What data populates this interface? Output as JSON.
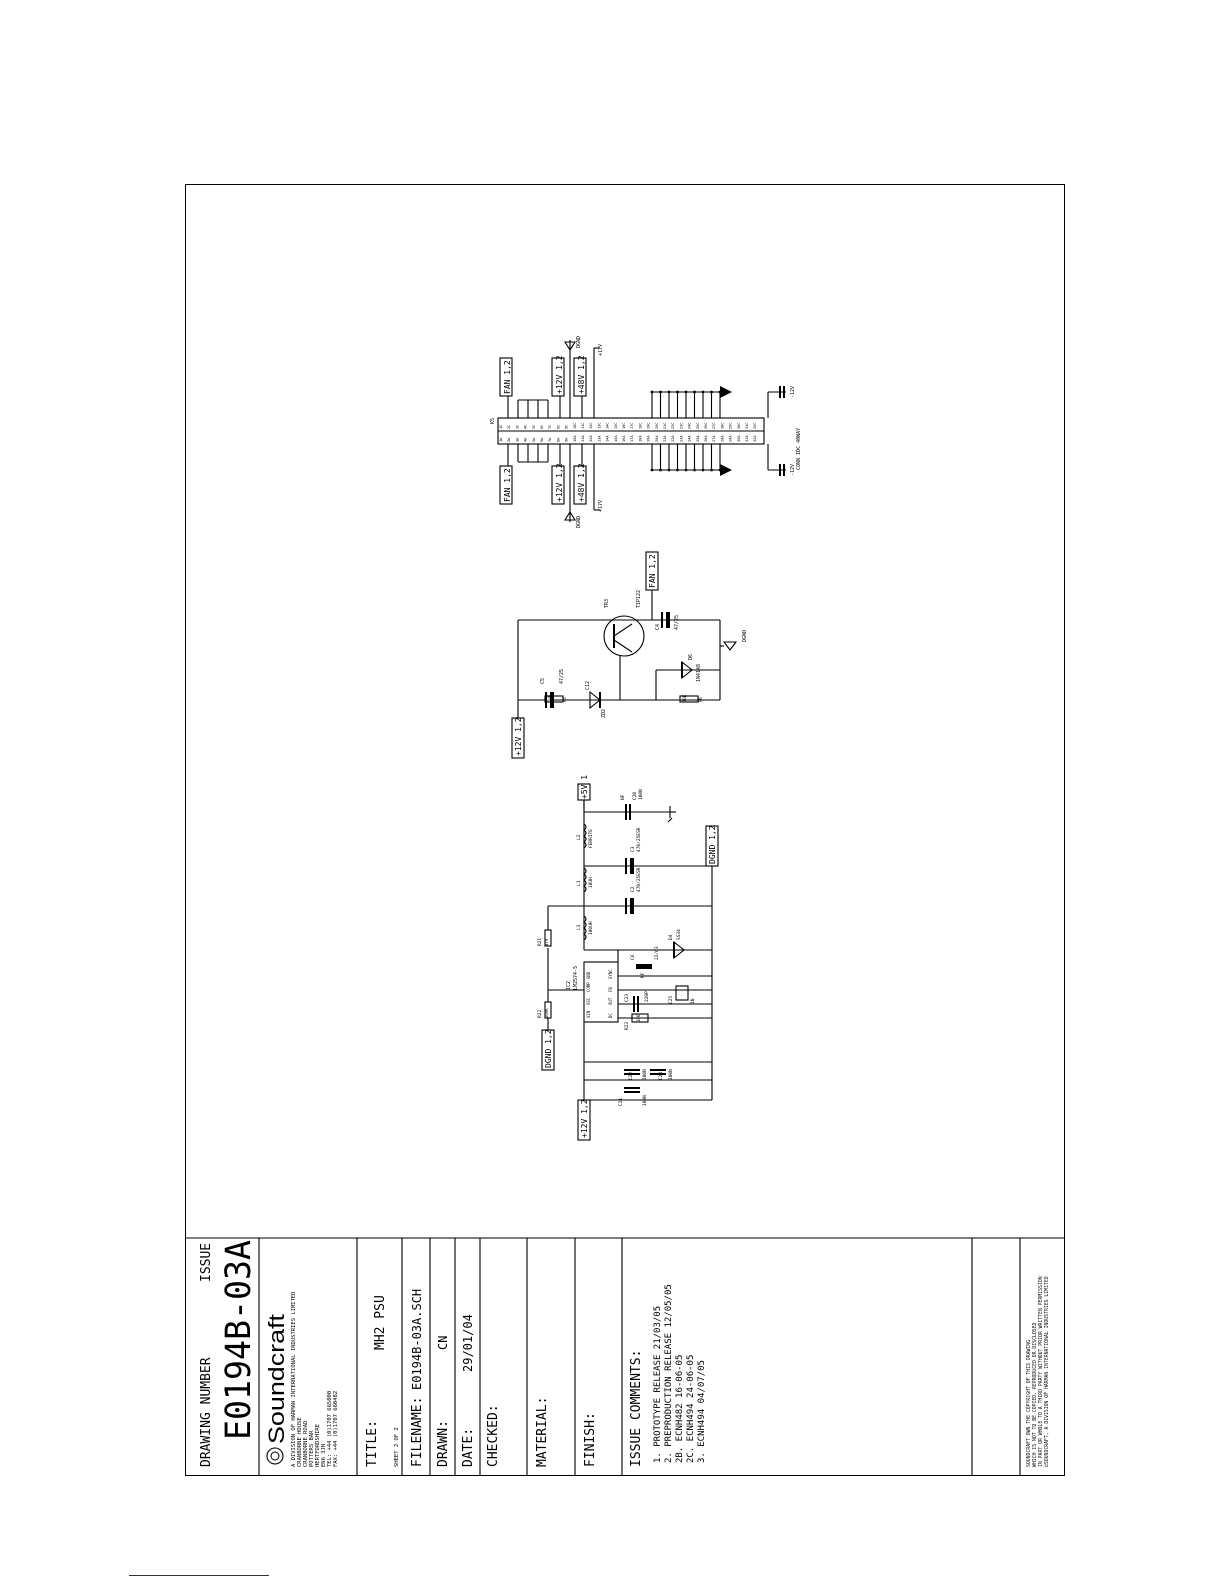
{
  "title_block": {
    "drawing_number_label": "DRAWING NUMBER",
    "issue_label": "ISSUE",
    "drawing_number": "E0194B-03A",
    "brand": "Soundcraft",
    "company_lines": [
      "A DIVISION OF HARMAN INTERNATIONAL INDUSTRIES LIMITED",
      "CRANBORNE HOUSE",
      "CRANBORNE ROAD",
      "POTTERS BAR",
      "HERTFORDSHIRE",
      "EN6 3JN",
      "TEL: +44 (0)1707 665000",
      "FAX: +44 (0)1707 660482"
    ],
    "title_label": "TITLE:",
    "title_value": "MH2 PSU",
    "sheet": "SHEET 2 OF 2",
    "filename_label": "FILENAME:",
    "filename_value": "E0194B-03A.SCH",
    "drawn_label": "DRAWN:",
    "drawn_value": "CN",
    "date_label": "DATE:",
    "date_value": "29/01/04",
    "checked_label": "CHECKED:",
    "material_label": "MATERIAL:",
    "finish_label": "FINISH:",
    "issue_comments_label": "ISSUE COMMENTS:",
    "issue_comments": [
      "1. PROTOTYPE RELEASE 21/03/05",
      "2. PREPRODUCTION RELEASE 12/05/05",
      "2B. ECNH482 16-06-05",
      "2C. ECNH494 24-06-05",
      "3. ECNH494 04/07/05"
    ],
    "copyright_lines": [
      "SOUNDCRAFT OWN THE COPYRIGHT OF THIS DRAWING",
      "WHICH IS NOT TO BE COPIED, REPRODUCED OR DISCLOSED",
      "IN PART OR WHOLE TO A THIRD PARTY WITHOUT PRIOR WRITTEN PERMISSION",
      "©SOUNDCRAFT, A DIVISION OF HARMAN INTERNATIONAL INDUSTRIES LIMITED"
    ]
  },
  "connector": {
    "ref": "K5",
    "part": "CONN IDC 40WAY",
    "labels": {
      "fan_l": "FAN 1,2",
      "fan_r": "FAN 1,2",
      "p12_l": "+12V 1,2",
      "p12_r": "+12V 1,2",
      "p48_l": "+48V 1,2",
      "p48_r": "+48V 1,2",
      "dgnd_l": "DGND",
      "dgnd_r": "DGND",
      "m12_l": "-12V",
      "m12_r": "-12V",
      "p17_l": "+17V",
      "p17_r": "+17V"
    },
    "pins_a": [
      "1A",
      "2A",
      "3A",
      "4A",
      "5A",
      "6A",
      "7A",
      "8A",
      "9A",
      "10A",
      "11A",
      "12A",
      "13A",
      "14A",
      "15A",
      "16A",
      "17A",
      "18A",
      "19A",
      "20A",
      "21A",
      "22A",
      "23A",
      "24A",
      "25A",
      "26A",
      "27A",
      "28A",
      "29A",
      "30A",
      "31A",
      "32A"
    ],
    "pins_c": [
      "1C",
      "2C",
      "3C",
      "4C",
      "5C",
      "6C",
      "7C",
      "8C",
      "9C",
      "10C",
      "11C",
      "12C",
      "13C",
      "14C",
      "15C",
      "16C",
      "17C",
      "18C",
      "19C",
      "20C",
      "21C",
      "22C",
      "23C",
      "24C",
      "25C",
      "26C",
      "27C",
      "28C",
      "29C",
      "30C",
      "31C",
      "32C"
    ]
  },
  "fan_driver": {
    "labels": {
      "p12": "+12V 1,2",
      "fan": "FAN 1,2",
      "dgnd": "DGND"
    },
    "parts": {
      "tr3": "TR3",
      "tr3_type": "TIP122",
      "c5": "C5",
      "c5_val": "47/25",
      "c4": "C4",
      "c4_val": "47/25",
      "r5": "10K",
      "r5_ref": "R5",
      "r6": "10K",
      "r6_ref": "R6",
      "zd2": "ZD2",
      "zd2_val": "C12",
      "d6": "D6",
      "d6_val": "1N4148"
    }
  },
  "regulator": {
    "labels": {
      "p12": "+12V 1,2",
      "dgnd_in": "DGND 1,2",
      "p5v": "+5V 1",
      "dgnd_out": "DGND 1,2"
    },
    "parts": {
      "ic": "IC2",
      "ic_type": "LM2574-5",
      "ic_pins": [
        "VIN",
        "OSC",
        "COMP",
        "GND",
        "DC",
        "OUT",
        "FB",
        "SYNC"
      ],
      "r21": "R21",
      "r21_val": "470",
      "r22": "R22",
      "r22_val": "100K",
      "r23": "R23",
      "r23_val": "10K",
      "l1": "L1",
      "l1_val": "10UH",
      "l2": "L2",
      "l2_val": "FERRITE",
      "l3": "L3",
      "l3_val": "100UH",
      "c2": "C2",
      "c2_val": "470/25ESR",
      "c3": "C3",
      "c3_val": "470/25ESR",
      "c6": "C6",
      "c6_val": "22/63",
      "c20": "C20",
      "c20_val": "100N",
      "c21": "C21",
      "c21_val": "100N",
      "c22": "C22",
      "c22_val": "100N",
      "c23": "C23",
      "c23_val": "220P",
      "c24": "C24",
      "c24_val": "100N",
      "c25": "C25",
      "c25_val": "1N",
      "d4": "D4",
      "d4_val": "SS34",
      "nf": "NF",
      "nf_val": "NF"
    }
  }
}
